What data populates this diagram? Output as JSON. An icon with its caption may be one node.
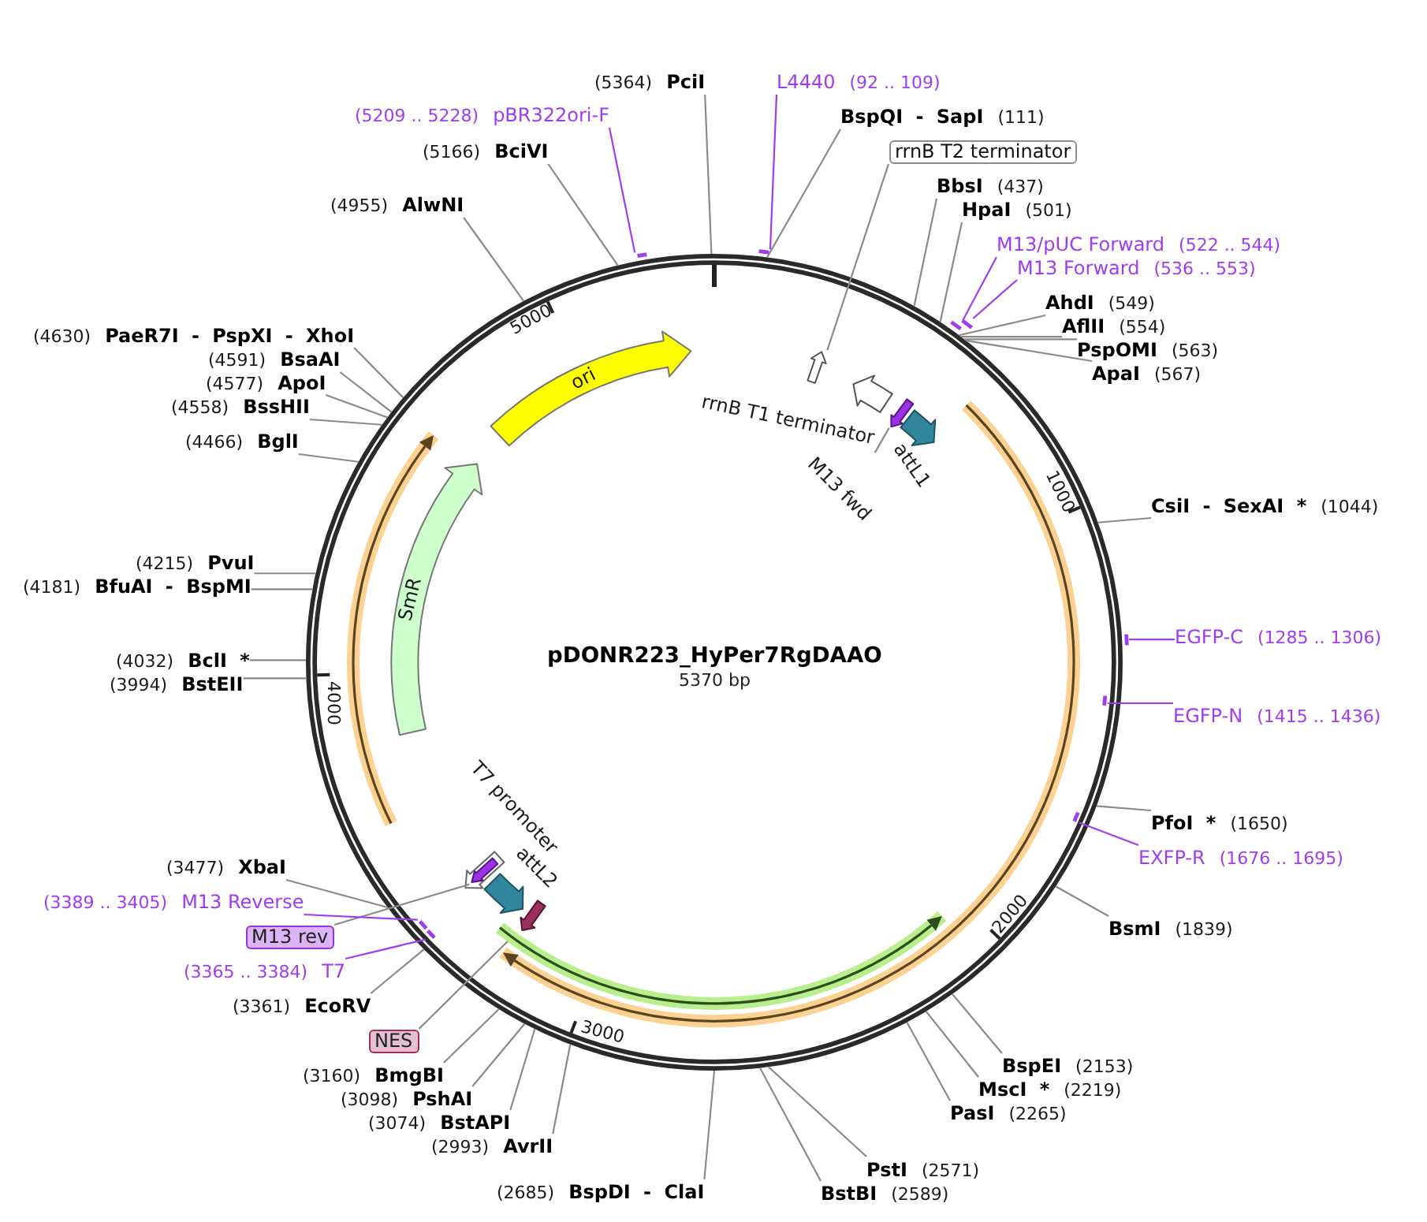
{
  "diagram": {
    "nodes": [
      {
        "text": [
          "pDONR223_HyPer7RgDAAO",
          "5370 bp"
        ]
      },
      {
        "text": [
          "(5364)",
          "PciI"
        ]
      },
      {
        "text": [
          "L4440",
          "(92 .. 109)"
        ]
      },
      {
        "text": [
          "BspQI - SapI",
          "(111)"
        ]
      },
      {
        "text": [
          "rrnB T2 terminator"
        ]
      },
      {
        "text": [
          "BbsI",
          "(437)"
        ]
      },
      {
        "text": [
          "HpaI",
          "(501)"
        ]
      },
      {
        "text": [
          "M13/pUC Forward",
          "(522 .. 544)"
        ]
      },
      {
        "text": [
          "M13 Forward",
          "(536 .. 553)"
        ]
      },
      {
        "text": [
          "AhdI",
          "(549)"
        ]
      },
      {
        "text": [
          "AflII",
          "(554)"
        ]
      },
      {
        "text": [
          "PspOMI",
          "(563)"
        ]
      },
      {
        "text": [
          "ApaI",
          "(567)"
        ]
      },
      {
        "text": [
          "CsiI - SexAI *",
          "(1044)"
        ]
      },
      {
        "text": [
          "EGFP-C",
          "(1285 .. 1306)"
        ]
      },
      {
        "text": [
          "EGFP-N",
          "(1415 .. 1436)"
        ]
      },
      {
        "text": [
          "PfoI *",
          "(1650)"
        ]
      },
      {
        "text": [
          "EXFP-R",
          "(1676 .. 1695)"
        ]
      },
      {
        "text": [
          "BsmI",
          "(1839)"
        ]
      },
      {
        "text": [
          "BspEI",
          "(2153)"
        ]
      },
      {
        "text": [
          "MscI *",
          "(2219)"
        ]
      },
      {
        "text": [
          "PasI",
          "(2265)"
        ]
      },
      {
        "text": [
          "PstI",
          "(2571)"
        ]
      },
      {
        "text": [
          "BstBI",
          "(2589)"
        ]
      },
      {
        "text": [
          "(2685)",
          "BspDI - ClaI"
        ]
      },
      {
        "text": [
          "(2993)",
          "AvrII"
        ]
      },
      {
        "text": [
          "(3074)",
          "BstAPI"
        ]
      },
      {
        "text": [
          "(3098)",
          "PshAI"
        ]
      },
      {
        "text": [
          "(3160)",
          "BmgBI"
        ]
      },
      {
        "text": [
          "NES"
        ]
      },
      {
        "text": [
          "(3361)",
          "EcoRV"
        ]
      },
      {
        "text": [
          "(3365 .. 3384)",
          "T7"
        ]
      },
      {
        "text": [
          "M13 rev"
        ]
      },
      {
        "text": [
          "(3389 .. 3405)",
          "M13 Reverse"
        ]
      },
      {
        "text": [
          "(3477)",
          "XbaI"
        ]
      },
      {
        "text": [
          "(3994)",
          "BstEII"
        ]
      },
      {
        "text": [
          "(4032)",
          "BclI *"
        ]
      },
      {
        "text": [
          "(4181)",
          "BfuAI - BspMI"
        ]
      },
      {
        "text": [
          "(4215)",
          "PvuI"
        ]
      },
      {
        "text": [
          "(4466)",
          "BglI"
        ]
      },
      {
        "text": [
          "(4558)",
          "BssHII"
        ]
      },
      {
        "text": [
          "(4577)",
          "ApoI"
        ]
      },
      {
        "text": [
          "(4591)",
          "BsaAI"
        ]
      },
      {
        "text": [
          "(4630)",
          "PaeR7I - PspXI - XhoI"
        ]
      },
      {
        "text": [
          "(4955)",
          "AlwNI"
        ]
      },
      {
        "text": [
          "(5166)",
          "BciVI"
        ]
      },
      {
        "text": [
          "(5209 .. 5228)",
          "pBR322ori-F"
        ]
      },
      {
        "text": [],
        "shape": "bar"
      },
      {
        "text": [],
        "shape": "bar"
      },
      {
        "text": [],
        "shape": "bar"
      },
      {
        "text": [],
        "shape": "bar"
      },
      {
        "text": [],
        "shape": "bar"
      },
      {
        "text": [],
        "shape": "bar",
        "in": 0
      },
      {
        "text": [],
        "shape": "bar",
        "in": 0
      },
      {
        "text": [],
        "shape": "bar",
        "in": 0
      },
      {
        "text": [],
        "shape": "bar",
        "in": 0
      },
      {
        "text": [],
        "shape": "arrow",
        "in": 0
      },
      {
        "text": [],
        "shape": "arrow",
        "beside": [
          "rrnB T1 terminator"
        ],
        "in": 0
      },
      {
        "text": [
          "M13 fwd"
        ],
        "in": 0
      },
      {
        "text": [],
        "shape": "arrow",
        "in": 0
      },
      {
        "text": [],
        "shape": "arrow",
        "beside": [
          "attL1"
        ],
        "in": 0
      },
      {
        "text": [],
        "shape": "arrow",
        "in": 0
      },
      {
        "text": [],
        "shape": "arrow",
        "beside": [
          "attL2"
        ],
        "in": 0
      },
      {
        "text": [],
        "shape": "arrow",
        "beside": [
          "T7 promoter"
        ],
        "in": 0
      },
      {
        "text": [],
        "shape": "arrow",
        "in": 63
      },
      {
        "text": [
          "SmR"
        ],
        "in": 0
      },
      {
        "text": [
          "ori"
        ],
        "in": 0
      }
    ],
    "edges": [
      {
        "from": 1,
        "to": 0,
        "arrow": "none"
      },
      {
        "from": 2,
        "to": 48,
        "arrow": "none",
        "color": "#a03cf0"
      },
      {
        "from": 3,
        "to": 0,
        "arrow": "none"
      },
      {
        "from": 4,
        "to": 56,
        "arrow": "none"
      },
      {
        "from": 5,
        "to": 0,
        "arrow": "none"
      },
      {
        "from": 6,
        "to": 0,
        "arrow": "none"
      },
      {
        "from": 7,
        "to": 49,
        "arrow": "none",
        "color": "#a03cf0"
      },
      {
        "from": 8,
        "to": 50,
        "arrow": "none",
        "color": "#a03cf0"
      },
      {
        "from": 9,
        "to": 0,
        "arrow": "none"
      },
      {
        "from": 10,
        "to": 0,
        "arrow": "none"
      },
      {
        "from": 11,
        "to": 0,
        "arrow": "none"
      },
      {
        "from": 12,
        "to": 0,
        "arrow": "none"
      },
      {
        "from": 13,
        "to": 0,
        "arrow": "none"
      },
      {
        "from": 14,
        "to": 51,
        "arrow": "none",
        "color": "#a03cf0"
      },
      {
        "from": 15,
        "to": 52,
        "arrow": "none",
        "color": "#a03cf0"
      },
      {
        "from": 16,
        "to": 0,
        "arrow": "none"
      },
      {
        "from": 17,
        "to": 53,
        "arrow": "none",
        "color": "#a03cf0"
      },
      {
        "from": 18,
        "to": 0,
        "arrow": "none"
      },
      {
        "from": 19,
        "to": 0,
        "arrow": "none"
      },
      {
        "from": 20,
        "to": 0,
        "arrow": "none"
      },
      {
        "from": 21,
        "to": 0,
        "arrow": "none"
      },
      {
        "from": 22,
        "to": 0,
        "arrow": "none"
      },
      {
        "from": 23,
        "to": 0,
        "arrow": "none"
      },
      {
        "from": 24,
        "to": 0,
        "arrow": "none"
      },
      {
        "from": 25,
        "to": 0,
        "arrow": "none"
      },
      {
        "from": 26,
        "to": 0,
        "arrow": "none"
      },
      {
        "from": 27,
        "to": 0,
        "arrow": "none"
      },
      {
        "from": 28,
        "to": 0,
        "arrow": "none"
      },
      {
        "from": 29,
        "to": null,
        "arrow": "none"
      },
      {
        "from": 30,
        "to": 0,
        "arrow": "none"
      },
      {
        "from": 31,
        "to": 54,
        "arrow": "none",
        "color": "#a03cf0"
      },
      {
        "from": 32,
        "to": 64,
        "arrow": "none"
      },
      {
        "from": 33,
        "to": 55,
        "arrow": "none",
        "color": "#a03cf0"
      },
      {
        "from": 34,
        "to": 0,
        "arrow": "none"
      },
      {
        "from": 35,
        "to": 0,
        "arrow": "none"
      },
      {
        "from": 36,
        "to": 0,
        "arrow": "none"
      },
      {
        "from": 37,
        "to": 0,
        "arrow": "none"
      },
      {
        "from": 38,
        "to": 0,
        "arrow": "none"
      },
      {
        "from": 39,
        "to": 0,
        "arrow": "none"
      },
      {
        "from": 40,
        "to": 0,
        "arrow": "none"
      },
      {
        "from": 41,
        "to": 0,
        "arrow": "none"
      },
      {
        "from": 42,
        "to": 0,
        "arrow": "none"
      },
      {
        "from": 43,
        "to": 0,
        "arrow": "none"
      },
      {
        "from": 44,
        "to": 0,
        "arrow": "none"
      },
      {
        "from": 45,
        "to": 0,
        "arrow": "none"
      },
      {
        "from": 46,
        "to": 47,
        "arrow": "none",
        "color": "#a03cf0"
      },
      {
        "from": 58,
        "to": 59,
        "arrow": "none"
      }
    ],
    "labels": [
      "1000",
      "2000",
      "3000",
      "4000",
      "5000"
    ]
  }
}
